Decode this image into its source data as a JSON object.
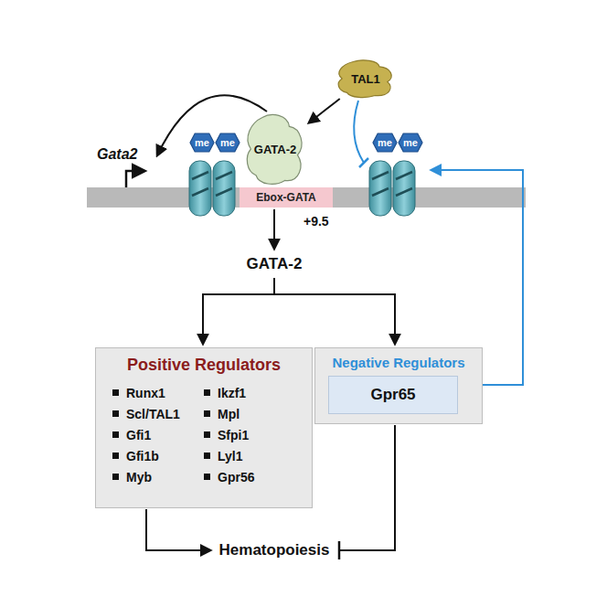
{
  "diagram": {
    "nodes": [
      {
        "text": [
          "TAL1"
        ]
      },
      {
        "text": [
          "GATA-2"
        ]
      },
      {
        "text": [
          "me"
        ]
      },
      {
        "text": [
          "me"
        ]
      },
      {
        "text": [
          "me"
        ]
      },
      {
        "text": [
          "me"
        ]
      },
      {
        "text": [
          "Ebox-GATA"
        ]
      },
      {
        "text": [
          "Positive Regulators",
          "Runx1",
          "Scl/TAL1",
          "Gfi1",
          "Gfi1b",
          "Myb",
          "Ikzf1",
          "Mpl",
          "Sfpi1",
          "Lyl1",
          "Gpr56"
        ]
      },
      {
        "text": [
          "Negative Regulators"
        ]
      },
      {
        "text": [
          "Gpr65"
        ],
        "in": 8
      }
    ],
    "edges": [
      {
        "from": 0,
        "to": 1,
        "arrow": "to"
      }
    ],
    "labels": [
      "Gata2",
      "+9.5",
      "GATA-2",
      "Hematopoiesis"
    ]
  }
}
